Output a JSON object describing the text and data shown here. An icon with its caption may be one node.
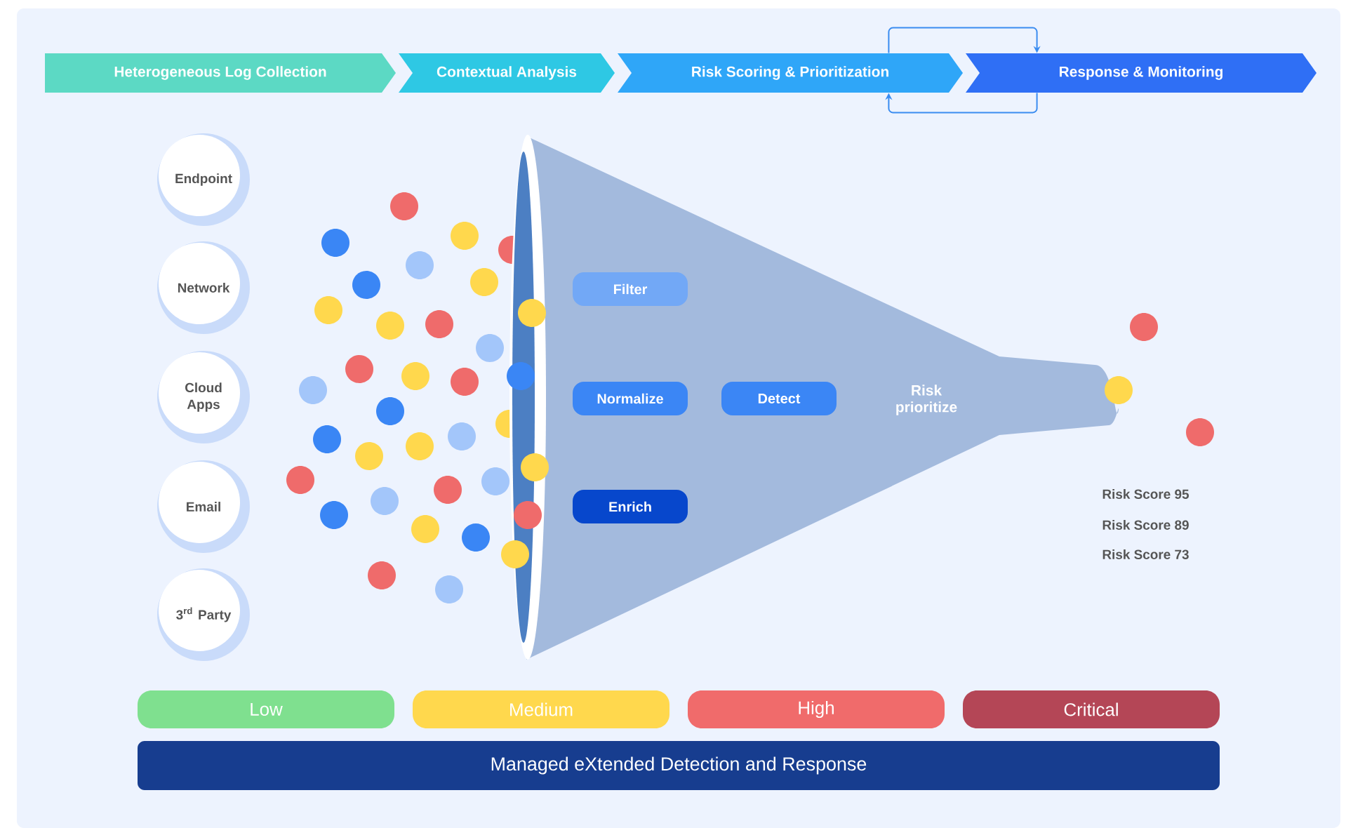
{
  "diagram": {
    "nodes": [
      {
        "text": [
          "Heterogeneous Log Collection"
        ]
      },
      {
        "text": [
          "Contextual Analysis"
        ]
      },
      {
        "text": [
          "Risk Scoring & Prioritization"
        ]
      },
      {
        "text": [
          "Response & Monitoring"
        ]
      },
      {
        "text": [
          "Endpoint"
        ]
      },
      {
        "text": [
          "Network"
        ]
      },
      {
        "text": [
          "Cloud Apps"
        ]
      },
      {
        "text": [
          "Email"
        ]
      },
      {
        "text": [
          "3$^{rd}$ Party"
        ]
      },
      {
        "text": [],
        "shape": "funnel"
      },
      {
        "text": [
          "Filter"
        ],
        "in": 9
      },
      {
        "text": [
          "Normalize"
        ],
        "in": 9
      },
      {
        "text": [
          "Detect"
        ],
        "in": 9
      },
      {
        "text": [
          "Enrich"
        ],
        "in": 9
      },
      {
        "text": [
          "Low"
        ]
      },
      {
        "text": [
          "Medium"
        ]
      },
      {
        "text": [
          "High"
        ]
      },
      {
        "text": [
          "Critical"
        ]
      },
      {
        "text": [
          "Managed eXtended Detection and Response"
        ]
      }
    ],
    "edges": [
      {
        "from": 2,
        "to": 3,
        "arrow": "to"
      },
      {
        "from": 3,
        "to": 2,
        "arrow": "to"
      }
    ],
    "labels": [
      "Risk prioritize",
      "Risk Score 95",
      "Risk Score 89",
      "Risk Score 73"
    ]
  }
}
